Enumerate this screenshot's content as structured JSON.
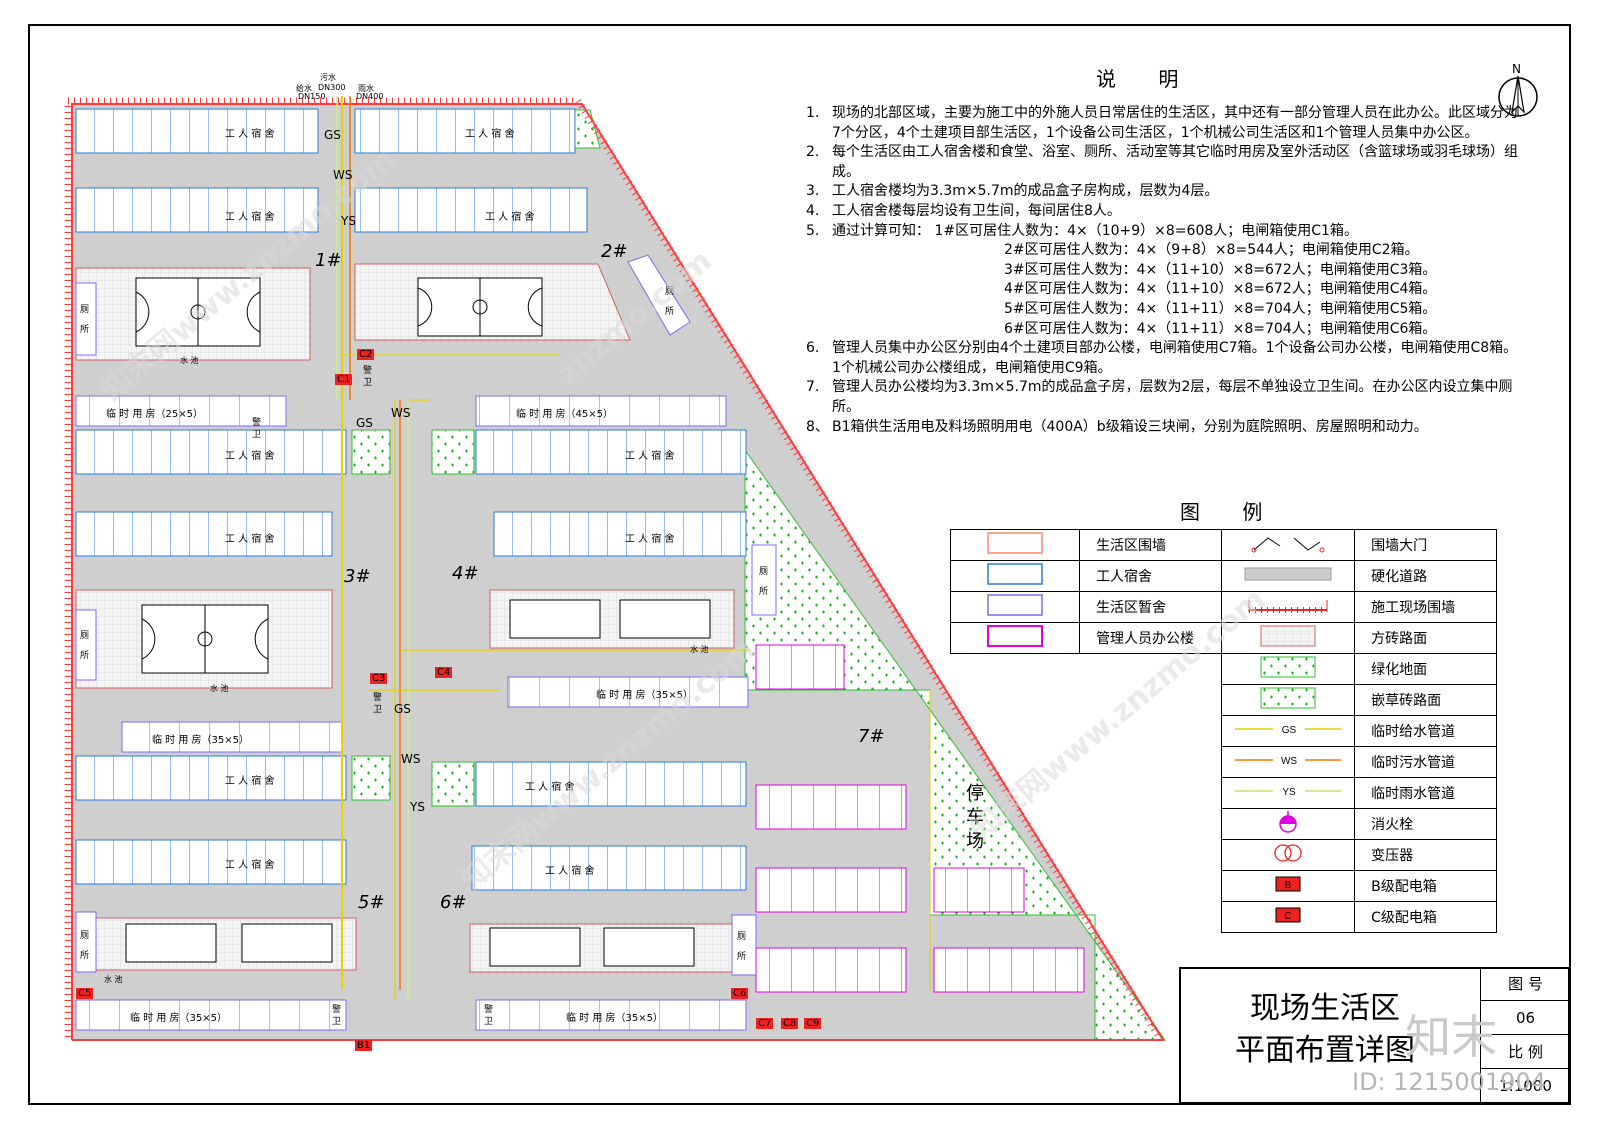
{
  "notes": {
    "title": "说 明",
    "items": [
      {
        "n": "1.",
        "text": "现场的北部区域，主要为施工中的外施人员日常居住的生活区，其中还有一部分管理人员在此办公。此区域分为7个分区，4个土建项目部生活区，1个设备公司生活区，1个机械公司生活区和1个管理人员集中办公区。"
      },
      {
        "n": "2.",
        "text": "每个生活区由工人宿舍楼和食堂、浴室、厕所、活动室等其它临时用房及室外活动区（含篮球场或羽毛球场）组成。"
      },
      {
        "n": "3.",
        "text": "工人宿舍楼均为3.3m×5.7m的成品盒子房构成，层数为4层。"
      },
      {
        "n": "4.",
        "text": "工人宿舍楼每层均设有卫生间，每间居住8人。"
      },
      {
        "n": "5.",
        "text": "通过计算可知：      1#区可居住人数为：4×（10+9）×8=608人；电闸箱使用C1箱。"
      },
      {
        "n": "6.",
        "text": "管理人员集中办公区分别由4个土建项目部办公楼，电闸箱使用C7箱。1个设备公司办公楼，电闸箱使用C8箱。1个机械公司办公楼组成，电闸箱使用C9箱。"
      },
      {
        "n": "7.",
        "text": "管理人员办公楼均为3.3m×5.7m的成品盒子房，层数为2层，每层不单独设立卫生间。在办公区内设立集中厕所。"
      },
      {
        "n": "8、",
        "text": "B1箱供生活用电及料场照明用电（400A）b级箱设三块闸，分别为庭院照明、房屋照明和动力。"
      }
    ],
    "calc": [
      "2#区可居住人数为：4×（9+8）×8=544人；电闸箱使用C2箱。",
      "3#区可居住人数为：4×（11+10）×8=672人；电闸箱使用C3箱。",
      "4#区可居住人数为：4×（11+10）×8=672人；电闸箱使用C4箱。",
      "5#区可居住人数为：4×（11+11）×8=704人；电闸箱使用C5箱。",
      "6#区可居住人数为：4×（11+11）×8=704人；电闸箱使用C6箱。"
    ]
  },
  "legend": {
    "title": "图 例",
    "left": [
      "生活区围墙",
      "工人宿舍",
      "生活区暂舍",
      "管理人员办公楼"
    ],
    "right": [
      "围墙大门",
      "硬化道路",
      "施工现场围墙",
      "方砖路面",
      "绿化地面",
      "嵌草砖路面",
      "临时给水管道",
      "临时污水管道",
      "临时雨水管道",
      "消火栓",
      "变压器",
      "B级配电箱",
      "C级配电箱"
    ],
    "pipe_codes": [
      "GS",
      "WS",
      "YS"
    ],
    "box_codes": [
      "B",
      "C"
    ]
  },
  "title_block": {
    "line1": "现场生活区",
    "line2": "平面布置详图",
    "fig_label": "图 号",
    "fig_value": "06",
    "scale_label": "比 例",
    "scale_value": "1:1000"
  },
  "plan": {
    "north": "N",
    "zones": [
      "1#",
      "2#",
      "3#",
      "4#",
      "5#",
      "6#",
      "7#"
    ],
    "parking": "停车场",
    "dorm": "工 人 宿 舍",
    "toilet": "厕所",
    "guard": "警卫",
    "water_pool": "水 池",
    "temp_rooms": [
      "临 时 用 房（25×5）",
      "临 时 用 房（45×5）",
      "临 时 用 房（35×5）",
      "临 时 用 房（35×5）",
      "临 时 用 房（35×5）",
      "临 时 用 房（35×5）"
    ],
    "pipes": [
      "GS",
      "WS",
      "YS"
    ],
    "top_pipe_labels": [
      "给水",
      "污水",
      "雨水",
      "DN150",
      "DN300",
      "DN400"
    ],
    "boxes": [
      "C1",
      "C2",
      "C3",
      "C4",
      "C5",
      "C6",
      "C7",
      "C8",
      "C9",
      "B1"
    ]
  },
  "watermarks": {
    "brand": "知末",
    "site": "znzmo.com",
    "cn": "知末网www.znzmo.com",
    "id": "ID: 1215001904"
  },
  "colors": {
    "wall": "#ff3b3b",
    "dorm": "#2b7bd8",
    "temp": "#7b6cf0",
    "office": "#e000e0",
    "road": "#cccccc",
    "green": "#2fbf2f",
    "gs": "#e6d000",
    "ws": "#f07a00",
    "ys": "#c8f080"
  }
}
